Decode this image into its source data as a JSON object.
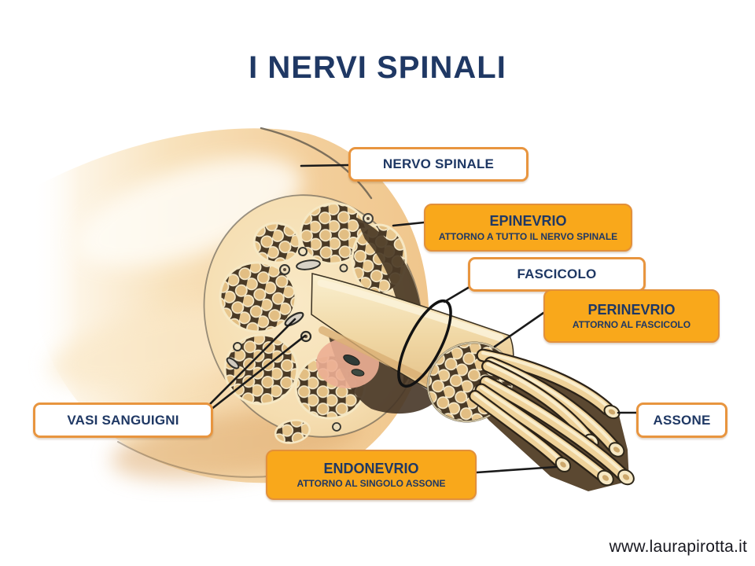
{
  "title": "I NERVI SPINALI",
  "labels": {
    "nervo_spinale": {
      "text": "NERVO SPINALE"
    },
    "epinevrio": {
      "title": "EPINEVRIO",
      "subtitle": "ATTORNO A TUTTO IL NERVO SPINALE"
    },
    "fascicolo": {
      "text": "FASCICOLO"
    },
    "perinevrio": {
      "title": "PERINEVRIO",
      "subtitle": "ATTORNO AL FASCICOLO"
    },
    "vasi_sanguigni": {
      "text": "VASI SANGUIGNI"
    },
    "assone": {
      "text": "ASSONE"
    },
    "endonevrio": {
      "title": "ENDONEVRIO",
      "subtitle": "ATTORNO AL SINGOLO ASSONE"
    }
  },
  "footer": {
    "website": "www.laurapirotta.it"
  },
  "colors": {
    "title_navy": "#1F3864",
    "callout_text_navy": "#1F3864",
    "callout_orange_fill": "#F9A81B",
    "callout_border_orange": "#E8953F",
    "leader_line_black": "#1A1A1A",
    "nerve_tan": "#F3CF9C",
    "background": "#FFFFFF"
  }
}
